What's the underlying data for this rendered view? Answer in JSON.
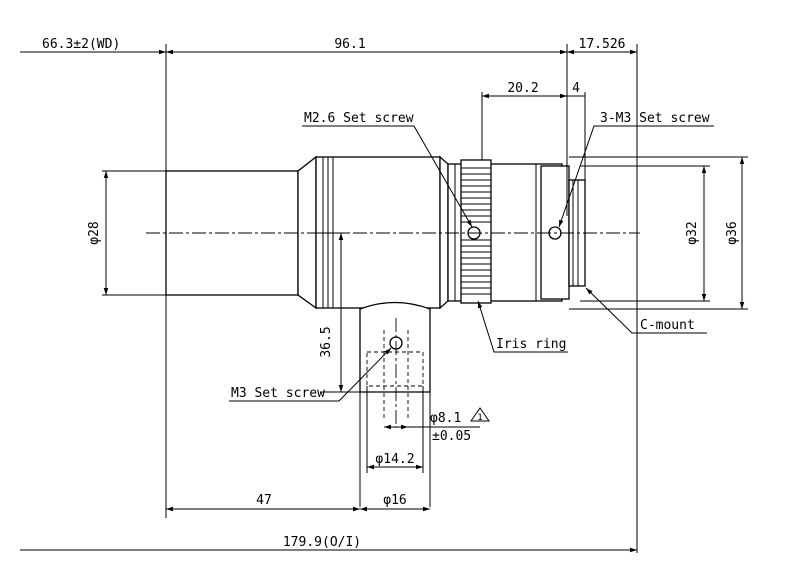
{
  "drawing": {
    "dimensions": {
      "working_distance": "66.3±2(WD)",
      "length_front": "96.1",
      "length_rear": "17.526",
      "iris_to_screw": "20.2",
      "screw_to_mount": "4",
      "dia_front": "φ28",
      "dia_32": "φ32",
      "dia_36": "φ36",
      "height_36_5": "36.5",
      "dia_8_1": "φ8.1",
      "tolerance_8_1": "±0.05",
      "revision_mark": "1",
      "dia_14_2": "φ14.2",
      "dia_16": "φ16",
      "length_47": "47",
      "total_length": "179.9(O/I)"
    },
    "callouts": {
      "m26_set_screw": "M2.6 Set screw",
      "m3_set_screw_3": "3-M3 Set screw",
      "iris_ring": "Iris ring",
      "c_mount": "C-mount",
      "m3_set_screw": "M3 Set screw"
    }
  }
}
